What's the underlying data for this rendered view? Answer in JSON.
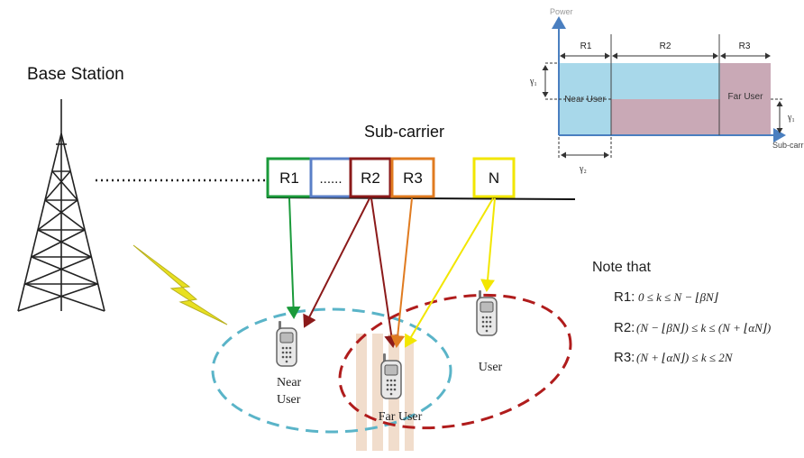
{
  "title_base_station": "Base Station",
  "title_subcarrier": "Sub-carrier",
  "subcarrier_boxes": [
    {
      "label": "R1",
      "color": "#1a9a3a"
    },
    {
      "label": "......",
      "color": "#5a7fc7"
    },
    {
      "label": "R2",
      "color": "#8b1a1a"
    },
    {
      "label": "R3",
      "color": "#e07b20"
    },
    {
      "label": "N",
      "color": "#f2e600"
    }
  ],
  "users": {
    "near": [
      "Near",
      "User"
    ],
    "far": "Far User",
    "other": "User"
  },
  "inset": {
    "axis_power": "Power",
    "axis_subcarrier": "Sub-carr",
    "regions": [
      "R1",
      "R2",
      "R3"
    ],
    "near_user": "Near User",
    "far_user": "Far User",
    "gamma1": "γ₁",
    "gamma2": "γ₂",
    "near_color": "#a8d8ea",
    "far_color": "#c9a9b6"
  },
  "notes": {
    "heading": "Note that",
    "r1_label": "R1:",
    "r1_expr": "0 ≤ k ≤ N − ⌊βN⌋",
    "r2_label": "R2:",
    "r2_expr": "(N − ⌊βN⌋) ≤ k ≤ (N + ⌊αN⌋)",
    "r3_label": "R3:",
    "r3_expr": "(N + ⌊αN⌋) ≤ k ≤ 2N"
  },
  "colors": {
    "green": "#1a9a3a",
    "dark_red": "#8b1a1a",
    "orange": "#e07b20",
    "yellow": "#f2e600",
    "blue_dash": "#5ab4c8",
    "red_dash": "#b01c1c",
    "lightning": "#e8e020"
  }
}
